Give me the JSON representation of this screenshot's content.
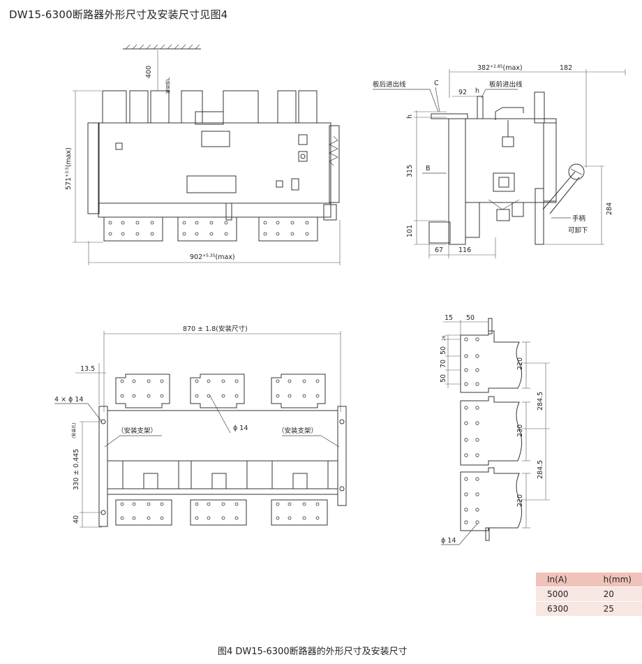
{
  "title": "DW15-6300断路器外形尺寸及安装尺寸见图4",
  "caption": "图4    DW15-6300断路器的外形尺寸及安装尺寸",
  "front_view": {
    "dim_top": "400",
    "arc_label": "飞弧距离",
    "dim_height": "571",
    "dim_height_tol": "+3.5",
    "dim_height_suffix": "(max)",
    "dim_width": "902",
    "dim_width_tol": "+5.35",
    "dim_width_suffix": "(max)"
  },
  "side_view": {
    "dim_depth": "382",
    "dim_depth_tol": "+2.85",
    "dim_depth_suffix": "(max)",
    "dim_182": "182",
    "label_C": "C",
    "dim_92": "92",
    "label_h1": "h",
    "label_h2": "h",
    "label_rear": "板后进出线",
    "label_front": "板前进出线",
    "dim_315": "315",
    "label_B": "B",
    "dim_101": "101",
    "dim_67": "67",
    "dim_116": "116",
    "dim_284": "284",
    "label_handle": "手柄",
    "label_removable": "可卸下"
  },
  "install_view": {
    "dim_870": "870 ± 1.8(安装尺寸)",
    "dim_13_5": "13.5",
    "dim_holes": "4 × ϕ 14",
    "label_bracket_left": "（安装支架）",
    "label_phi14": "ϕ 14",
    "label_bracket_right": "（安装支架）",
    "label_mount_holes": "(安装孔)",
    "dim_330": "330 ± 0.445",
    "dim_40": "40"
  },
  "terminal_view": {
    "dim_15": "15",
    "dim_50": "50",
    "dim_50a": "50",
    "dim_26": "26",
    "dim_70": "70",
    "dim_50b": "50",
    "dim_220a": "220",
    "dim_284_5a": "284.5",
    "dim_230": "230",
    "dim_284_5b": "284.5",
    "dim_220b": "220",
    "label_phi14": "ϕ 14"
  },
  "table": {
    "headers": [
      "In(A)",
      "h(mm)"
    ],
    "rows": [
      [
        "5000",
        "20"
      ],
      [
        "6300",
        "25"
      ]
    ]
  }
}
